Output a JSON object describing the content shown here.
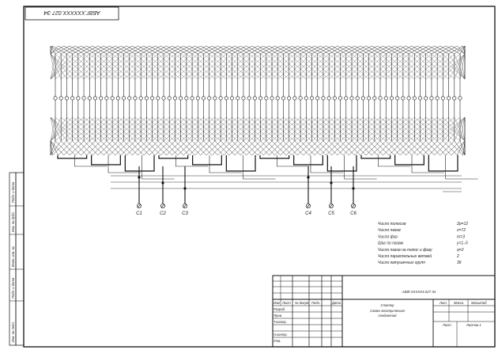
{
  "doc_code_top": "АБВГ.ХХХХХХ.027 Э4",
  "side_stamp": [
    "Подп. и дата",
    "Инв. № дубл.",
    "Взам. инв. №",
    "Подп. и дата",
    "Инв. № подл."
  ],
  "terminals": [
    "С1",
    "С2",
    "С3",
    "С4",
    "С5",
    "С6"
  ],
  "params": [
    {
      "label": "Число полюсов",
      "value": "2p=12"
    },
    {
      "label": "Число пазов",
      "value": "z=72"
    },
    {
      "label": "Число фаз",
      "value": "m=3"
    },
    {
      "label": "Шаг по пазам",
      "value": "y=1–5"
    },
    {
      "label": "Число пазов на полюс и фазу",
      "value": "q=2"
    },
    {
      "label": "Число параллельных ветвей",
      "value": "2"
    },
    {
      "label": "Число катушечных групп",
      "value": "36"
    }
  ],
  "title_block": {
    "doc_code": "АБВГ.ХХХХХХ.027 Э4",
    "title1": "Статор",
    "title2": "Схема электрическая",
    "title3": "соединений",
    "col_headers": [
      "Изм",
      "Лист",
      "№ докум.",
      "Подп.",
      "Дата"
    ],
    "rows": [
      "Разраб.",
      "Пров.",
      "Т.контр.",
      "",
      "Н.контр.",
      "Утв."
    ],
    "lit": "Лит.",
    "mass": "Масса",
    "scale": "Масштаб",
    "sheet": "Лист",
    "sheets": "Листов 1"
  }
}
